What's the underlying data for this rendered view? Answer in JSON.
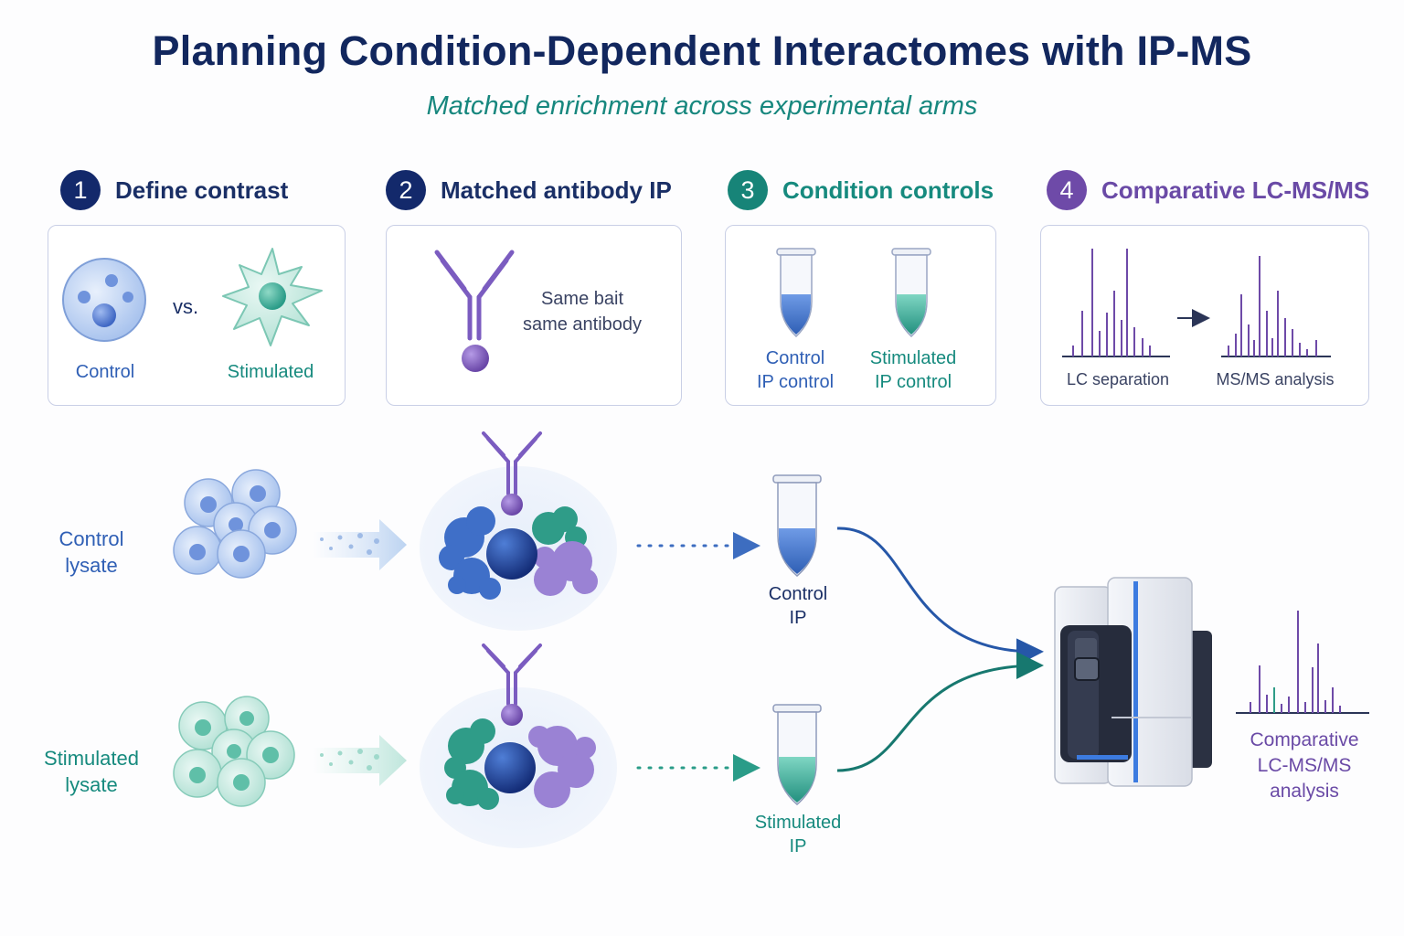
{
  "header": {
    "title": "Planning Condition-Dependent Interactomes with IP-MS",
    "subtitle": "Matched enrichment across experimental arms"
  },
  "steps": [
    {
      "number": "1",
      "label": "Define contrast",
      "color": "#13296b"
    },
    {
      "number": "2",
      "label": "Matched antibody IP",
      "color": "#13296b"
    },
    {
      "number": "3",
      "label": "Condition controls",
      "color": "#178478"
    },
    {
      "number": "4",
      "label": "Comparative LC-MS/MS",
      "color": "#6e4aa8"
    }
  ],
  "panel1": {
    "control": "Control",
    "vs": "vs.",
    "stimulated": "Stimulated"
  },
  "panel2": {
    "line1": "Same bait",
    "line2": "same antibody"
  },
  "panel3": {
    "control_line1": "Control",
    "control_line2": "IP control",
    "stim_line1": "Stimulated",
    "stim_line2": "IP control"
  },
  "panel4": {
    "lc": "LC separation",
    "ms": "MS/MS analysis"
  },
  "workflow": {
    "control_lysate_line1": "Control",
    "control_lysate_line2": "lysate",
    "stim_lysate_line1": "Stimulated",
    "stim_lysate_line2": "lysate",
    "control_ip_line1": "Control",
    "control_ip_line2": "IP",
    "stim_ip_line1": "Stimulated",
    "stim_ip_line2": "IP",
    "output_line1": "Comparative",
    "output_line2": "LC-MS/MS",
    "output_line3": "analysis"
  },
  "colors": {
    "navy": "#13296b",
    "blue": "#2f5fb5",
    "teal": "#178478",
    "purple": "#6e4aa8",
    "panel_border": "#c9cfe6"
  },
  "icons": [
    "antibody-icon",
    "cell-icon",
    "tube-icon",
    "spectrum-icon",
    "mass-spectrometer-icon",
    "arrow-icon"
  ]
}
